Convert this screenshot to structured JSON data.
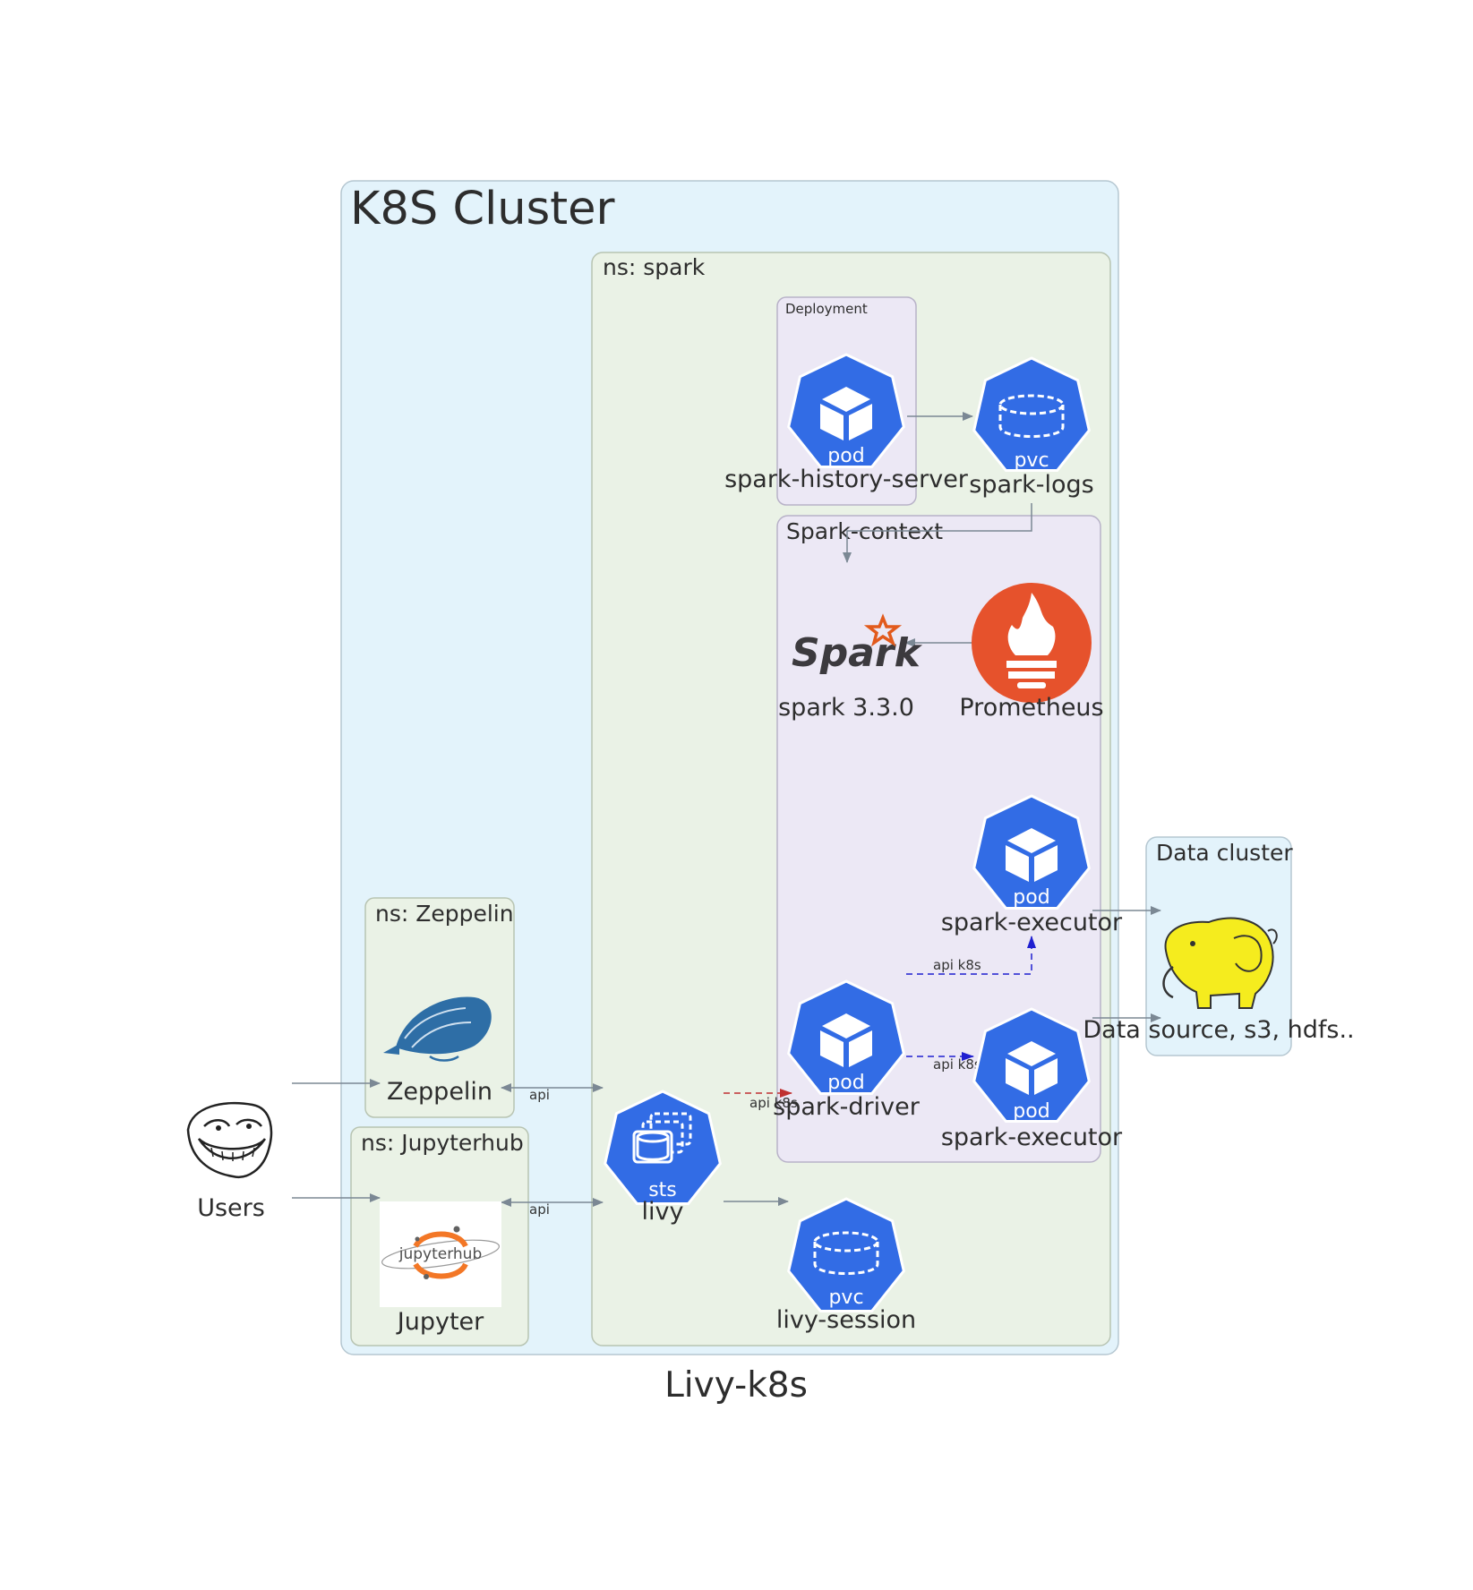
{
  "title": "Livy-k8s",
  "clusters": {
    "k8s": "K8S Cluster",
    "ns_spark": "ns: spark",
    "deployment": "Deployment",
    "spark_context": "Spark-context",
    "ns_zeppelin": "ns: Zeppelin",
    "ns_jupyterhub": "ns: Jupyterhub",
    "data_cluster": "Data cluster"
  },
  "nodes": {
    "users": "Users",
    "zeppelin": "Zeppelin",
    "jupyter": "Jupyter",
    "jupyterhub_logo": "jupyterhub",
    "livy": "livy",
    "livy_kind": "sts",
    "livy_session": "livy-session",
    "livy_session_kind": "pvc",
    "history_server": "spark-history-server",
    "history_server_kind": "pod",
    "spark_logs": "spark-logs",
    "spark_logs_kind": "pvc",
    "spark": "spark 3.3.0",
    "spark_logo": "Spark",
    "prometheus": "Prometheus",
    "driver": "spark-driver",
    "driver_kind": "pod",
    "executor1": "spark-executor",
    "executor1_kind": "pod",
    "executor2": "spark-executor",
    "executor2_kind": "pod",
    "data_source": "Data source, s3, hdfs.."
  },
  "edge_labels": {
    "zeppelin_livy": "api",
    "jupyter_livy": "api",
    "livy_driver": "api k8s",
    "driver_executor2": "api k8s",
    "driver_executor1": "api k8s"
  },
  "colors": {
    "k8s_bg": "#e3f3fb",
    "ns_bg": "#eaf2e6",
    "group_bg": "#ece8f5",
    "k8s_blue": "#326ce5",
    "prometheus": "#e6522c",
    "edge": "#7b8894",
    "edge_api": "#1f1fd0",
    "edge_red": "#c03030",
    "elephant": "#f5ec1e"
  }
}
